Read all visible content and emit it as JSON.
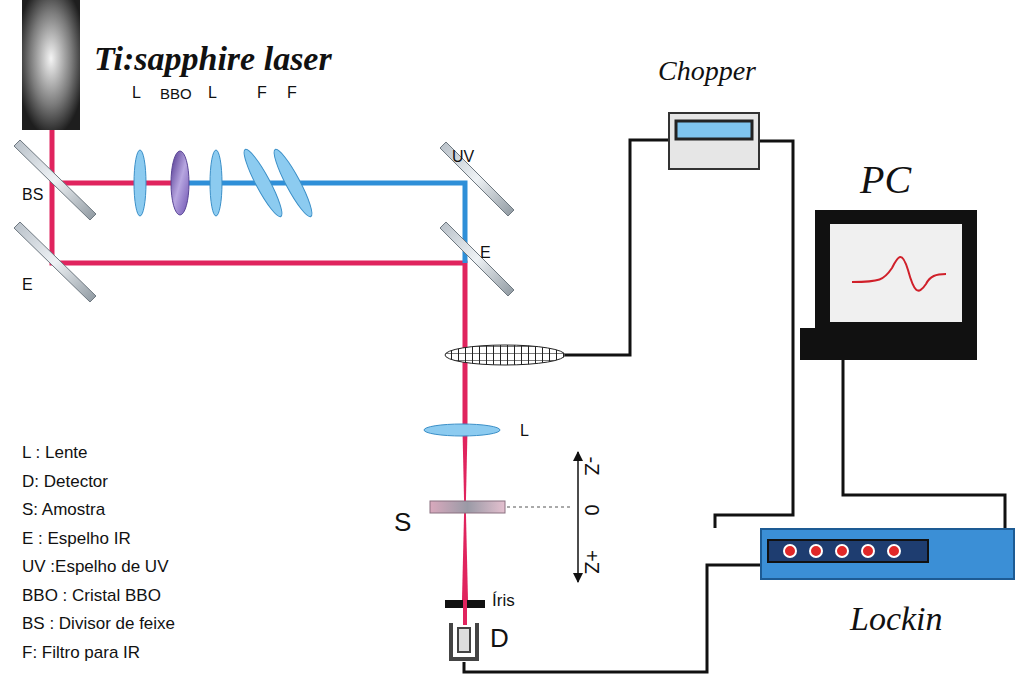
{
  "diagram": {
    "nodes": [
      {
        "text": [
          "Ti:sapphire laser"
        ]
      },
      {
        "text": [
          "Chopper"
        ]
      },
      {
        "text": [
          "PC"
        ]
      },
      {
        "text": [
          "Lockin"
        ]
      },
      {
        "text": [
          "D"
        ]
      }
    ],
    "edges": [
      {
        "from": 1,
        "to": 3,
        "arrow": "none"
      },
      {
        "from": 2,
        "to": 3,
        "arrow": "none"
      },
      {
        "from": 4,
        "to": 3,
        "arrow": "none"
      }
    ],
    "labels": [
      "L",
      "BBO",
      "L",
      "F",
      "F",
      "UV",
      "BS",
      "E",
      "E",
      "L",
      "S",
      "-Z",
      "0",
      "+Z",
      "Íris",
      "L : Lente",
      "D: Detector",
      "S: Amostra",
      "E : Espelho IR",
      "UV :Espelho de UV",
      "BBO : Cristal BBO",
      "BS : Divisor de feixe",
      "F: Filtro para IR"
    ]
  }
}
